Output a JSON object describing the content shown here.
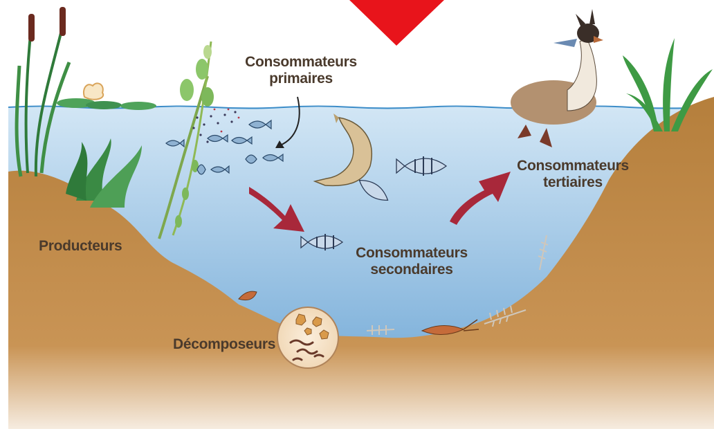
{
  "labels": {
    "primary": [
      "Consommateurs",
      "primaires"
    ],
    "secondary": [
      "Consommateurs",
      "secondaires"
    ],
    "tertiary": [
      "Consommateurs",
      "tertiaires"
    ],
    "producers": "Producteurs",
    "decomposers": "Décomposeurs"
  },
  "colors": {
    "water_top": "#cfe3f3",
    "water_bottom": "#6ea8d6",
    "soil": "#c08b45",
    "soil_dark": "#a97636",
    "arrow": "#a8283a",
    "indicator": "#e8141b",
    "text": "#4a3a2c"
  },
  "icons": [
    "cattail-icon",
    "water-lily-icon",
    "aquatic-plant-icon",
    "fish-icon",
    "pike-icon",
    "perch-icon",
    "grebe-bird-icon",
    "grass-icon",
    "shrimp-icon",
    "fish-skeleton-icon",
    "microorganism-icon"
  ]
}
